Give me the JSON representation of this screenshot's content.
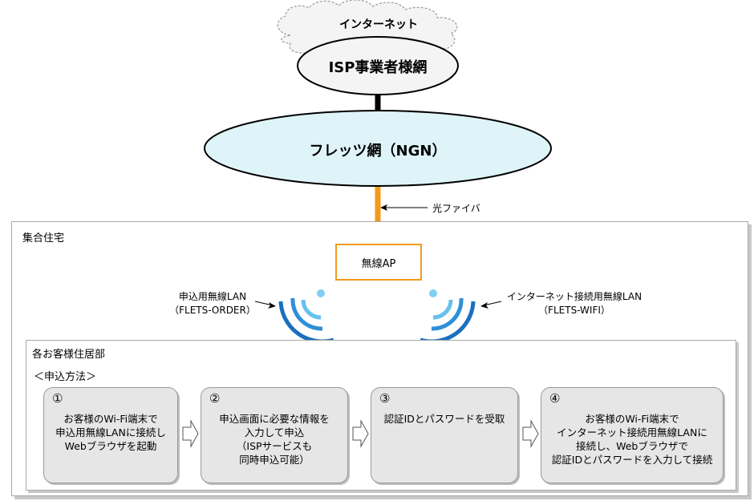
{
  "internet": {
    "label": "インターネット"
  },
  "isp_network": {
    "label": "ISP事業者様網"
  },
  "ngn_network": {
    "label": "フレッツ網（NGN）"
  },
  "fiber": {
    "label": "光ファイバ"
  },
  "apartment": {
    "title": "集合住宅"
  },
  "access_point": {
    "label": "無線AP"
  },
  "ssid_order": {
    "line1": "申込用無線LAN",
    "line2": "（FLETS-ORDER）"
  },
  "ssid_wifi": {
    "line1": "インターネット接続用無線LAN",
    "line2": "（FLETS-WIFI）"
  },
  "unit": {
    "title": "各お客様住居部"
  },
  "method": {
    "heading": "＜申込方法＞"
  },
  "steps": [
    {
      "num": "①",
      "text": "お客様のWi-Fi端末で\n申込用無線LANに接続し\nWebブラウザを起動"
    },
    {
      "num": "②",
      "text": "申込画面に必要な情報を\n入力して申込\n（ISPサービスも\n同時申込可能）"
    },
    {
      "num": "③",
      "text": "認証IDとパスワードを受取"
    },
    {
      "num": "④",
      "text": "お客様のWi-Fi端末で\nインターネット接続用無線LANに\n接続し、Webブラウザで\n認証IDとパスワードを入力して接続"
    }
  ],
  "colors": {
    "ngn_fill": "#dff4f8",
    "fiber": "#f29a1a",
    "ap_border": "#f29a1a",
    "wave_dark": "#1a6fbf",
    "wave_mid": "#2f8fd8",
    "wave_light": "#66c0ee",
    "dot": "#7fd0f2",
    "step_fill": "#e6e6e6"
  }
}
